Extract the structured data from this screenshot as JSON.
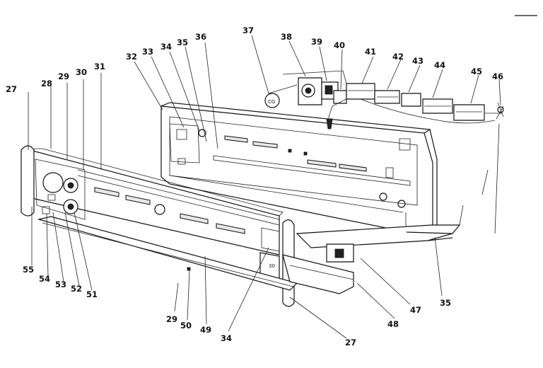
{
  "diagram": {
    "callouts": [
      {
        "id": "c27a",
        "text": "27"
      },
      {
        "id": "c28",
        "text": "28"
      },
      {
        "id": "c29a",
        "text": "29"
      },
      {
        "id": "c30",
        "text": "30"
      },
      {
        "id": "c31",
        "text": "31"
      },
      {
        "id": "c32",
        "text": "32"
      },
      {
        "id": "c33",
        "text": "33"
      },
      {
        "id": "c34a",
        "text": "34"
      },
      {
        "id": "c35a",
        "text": "35"
      },
      {
        "id": "c36",
        "text": "36"
      },
      {
        "id": "c37",
        "text": "37"
      },
      {
        "id": "c38",
        "text": "38"
      },
      {
        "id": "c39",
        "text": "39"
      },
      {
        "id": "c40",
        "text": "40"
      },
      {
        "id": "c41",
        "text": "41"
      },
      {
        "id": "c42",
        "text": "42"
      },
      {
        "id": "c43",
        "text": "43"
      },
      {
        "id": "c44",
        "text": "44"
      },
      {
        "id": "c45",
        "text": "45"
      },
      {
        "id": "c46",
        "text": "46"
      },
      {
        "id": "c55",
        "text": "55"
      },
      {
        "id": "c54",
        "text": "54"
      },
      {
        "id": "c53",
        "text": "53"
      },
      {
        "id": "c52",
        "text": "52"
      },
      {
        "id": "c51",
        "text": "51"
      },
      {
        "id": "c29b",
        "text": "29"
      },
      {
        "id": "c50",
        "text": "50"
      },
      {
        "id": "c49",
        "text": "49"
      },
      {
        "id": "c34b",
        "text": "34"
      },
      {
        "id": "c27b",
        "text": "27"
      },
      {
        "id": "c48",
        "text": "48"
      },
      {
        "id": "c47",
        "text": "47"
      },
      {
        "id": "c35b",
        "text": "35"
      }
    ]
  }
}
